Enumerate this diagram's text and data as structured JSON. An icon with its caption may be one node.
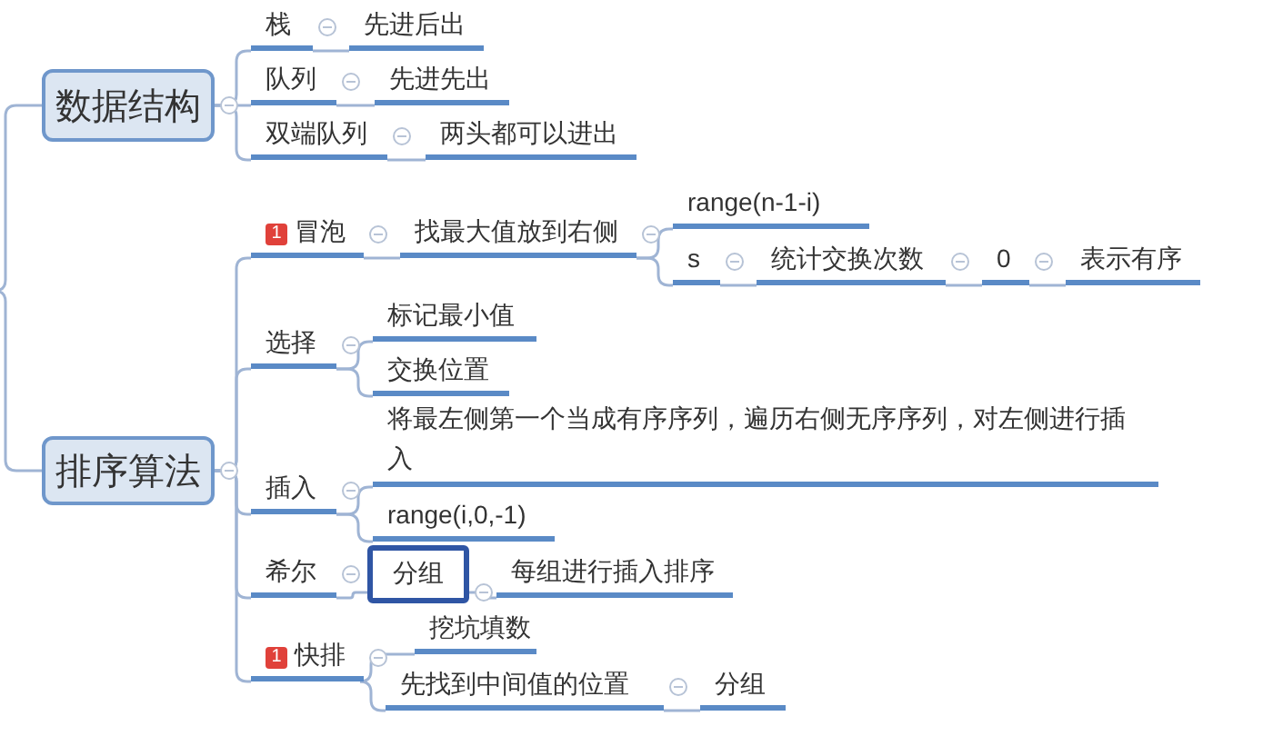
{
  "diagram": {
    "nodes": [
      {
        "text": [
          "数据结构"
        ]
      },
      {
        "text": [
          "栈"
        ]
      },
      {
        "text": [
          "先进后出"
        ]
      },
      {
        "text": [
          "队列"
        ]
      },
      {
        "text": [
          "先进先出"
        ]
      },
      {
        "text": [
          "双端队列"
        ]
      },
      {
        "text": [
          "两头都可以进出"
        ]
      },
      {
        "text": [
          "排序算法"
        ]
      },
      {
        "text": [
          "1",
          "冒泡"
        ]
      },
      {
        "text": [
          "找最大值放到右侧"
        ]
      },
      {
        "text": [
          "range(n-1-i)"
        ]
      },
      {
        "text": [
          "s"
        ]
      },
      {
        "text": [
          "统计交换次数"
        ]
      },
      {
        "text": [
          "0"
        ]
      },
      {
        "text": [
          "表示有序"
        ]
      },
      {
        "text": [
          "选择"
        ]
      },
      {
        "text": [
          "标记最小值"
        ]
      },
      {
        "text": [
          "交换位置"
        ]
      },
      {
        "text": [
          "插入"
        ]
      },
      {
        "text": [
          "将最左侧第一个当成有序序列，遍历右侧无序序列，对左侧进行插入"
        ]
      },
      {
        "text": [
          "range(i,0,-1)"
        ]
      },
      {
        "text": [
          "希尔"
        ]
      },
      {
        "text": [
          "分组"
        ]
      },
      {
        "text": [
          "每组进行插入排序"
        ]
      },
      {
        "text": [
          "1",
          "快排"
        ]
      },
      {
        "text": [
          "挖坑填数"
        ]
      },
      {
        "text": [
          "先找到中间值的位置"
        ]
      },
      {
        "text": [
          "分组"
        ]
      }
    ],
    "edges": [
      {
        "from": null,
        "to": 0,
        "arrow": "none"
      },
      {
        "from": null,
        "to": 7,
        "arrow": "none"
      },
      {
        "from": 0,
        "to": 1,
        "arrow": "none"
      },
      {
        "from": 0,
        "to": 3,
        "arrow": "none"
      },
      {
        "from": 0,
        "to": 5,
        "arrow": "none"
      },
      {
        "from": 1,
        "to": 2,
        "arrow": "none"
      },
      {
        "from": 3,
        "to": 4,
        "arrow": "none"
      },
      {
        "from": 5,
        "to": 6,
        "arrow": "none"
      },
      {
        "from": 7,
        "to": 8,
        "arrow": "none"
      },
      {
        "from": 7,
        "to": 15,
        "arrow": "none"
      },
      {
        "from": 7,
        "to": 18,
        "arrow": "none"
      },
      {
        "from": 7,
        "to": 21,
        "arrow": "none"
      },
      {
        "from": 7,
        "to": 24,
        "arrow": "none"
      },
      {
        "from": 8,
        "to": 9,
        "arrow": "none"
      },
      {
        "from": 9,
        "to": 10,
        "arrow": "none"
      },
      {
        "from": 9,
        "to": 11,
        "arrow": "none"
      },
      {
        "from": 11,
        "to": 12,
        "arrow": "none"
      },
      {
        "from": 12,
        "to": 13,
        "arrow": "none"
      },
      {
        "from": 13,
        "to": 14,
        "arrow": "none"
      },
      {
        "from": 15,
        "to": 16,
        "arrow": "none"
      },
      {
        "from": 15,
        "to": 17,
        "arrow": "none"
      },
      {
        "from": 18,
        "to": 19,
        "arrow": "none"
      },
      {
        "from": 18,
        "to": 20,
        "arrow": "none"
      },
      {
        "from": 21,
        "to": 22,
        "arrow": "none"
      },
      {
        "from": 22,
        "to": 23,
        "arrow": "none"
      },
      {
        "from": 24,
        "to": 25,
        "arrow": "none"
      },
      {
        "from": 24,
        "to": 26,
        "arrow": "none"
      },
      {
        "from": 26,
        "to": 27,
        "arrow": "none"
      }
    ]
  }
}
